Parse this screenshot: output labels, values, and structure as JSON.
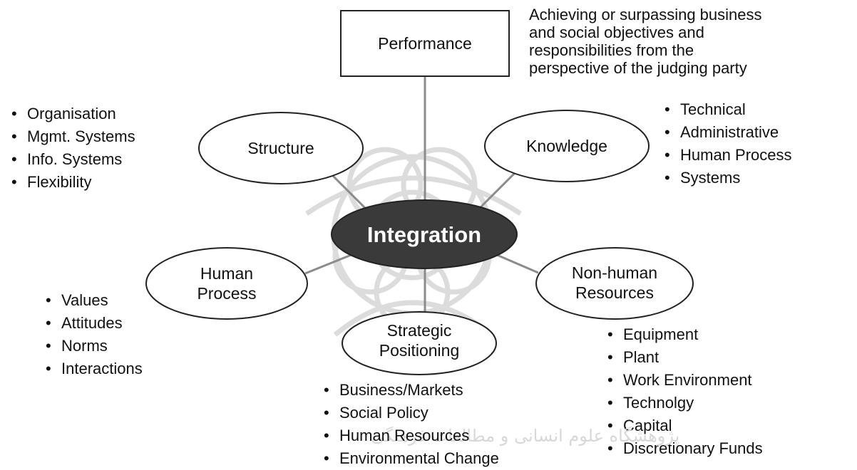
{
  "diagram": {
    "center": {
      "label": "Integration"
    },
    "performance": {
      "label": "Performance",
      "description": [
        "Achieving or surpassing business",
        "and social objectives and",
        "responsibilities from the",
        "perspective of the judging party"
      ]
    },
    "structure": {
      "label": "Structure",
      "items": [
        "Organisation",
        "Mgmt. Systems",
        "Info. Systems",
        "Flexibility"
      ]
    },
    "knowledge": {
      "label": "Knowledge",
      "items": [
        "Technical",
        "Administrative",
        "Human Process",
        "Systems"
      ]
    },
    "human_process": {
      "label_lines": [
        "Human",
        "Process"
      ],
      "items": [
        "Values",
        "Attitudes",
        "Norms",
        "Interactions"
      ]
    },
    "non_human_resources": {
      "label_lines": [
        "Non-human",
        "Resources"
      ],
      "items": [
        "Equipment",
        "Plant",
        "Work Environment",
        "Technolgy",
        "Capital",
        "Discretionary Funds"
      ]
    },
    "strategic_positioning": {
      "label_lines": [
        "Strategic",
        "Positioning"
      ],
      "items": [
        "Business/Markets",
        "Social Policy",
        "Human Resources",
        "Environmental Change"
      ]
    },
    "watermark_text": "پژوهشگاه علوم انسانی و مطالعات فرهنگی"
  },
  "colors": {
    "center_fill": "#3a3a3a",
    "line": "#8c8c8c",
    "node_stroke": "#222222",
    "watermark": "#d9d9d9"
  }
}
